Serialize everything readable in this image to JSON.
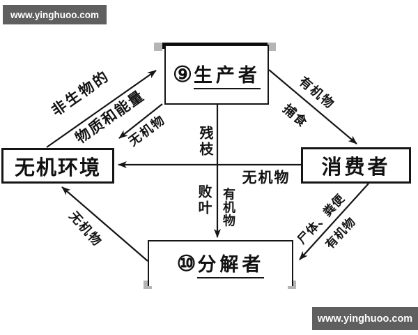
{
  "watermark": {
    "text": "www.yinghuoo.com"
  },
  "colors": {
    "line": "#151515",
    "box_border": "#151515",
    "watermark_bg": "#5f5f5f",
    "watermark_text": "#ffffff",
    "selection_handle": "#b5b5b5"
  },
  "diagram": {
    "nodes": {
      "producer": {
        "badge": "⑨",
        "label": "生产者"
      },
      "inorganic_environment": {
        "label": "无机环境"
      },
      "consumer": {
        "label": "消费者"
      },
      "decomposer": {
        "badge": "⑩",
        "label": "分解者"
      }
    },
    "edge_labels": {
      "nonbio_matter_energy_line1": "非生物的",
      "nonbio_matter_energy_line2": "物质和能量",
      "inorganic_top_left": "无机物",
      "organic_top_right": "有机物",
      "predation": "捕食",
      "inorganic_middle": "无机物",
      "debris_line1": "残枝",
      "debris_line2": "败叶",
      "organic_middle": "有机物",
      "inorganic_bottom_left": "无机物",
      "corpse_feces": "尸体、粪便",
      "organic_bottom_right": "有机物"
    }
  }
}
